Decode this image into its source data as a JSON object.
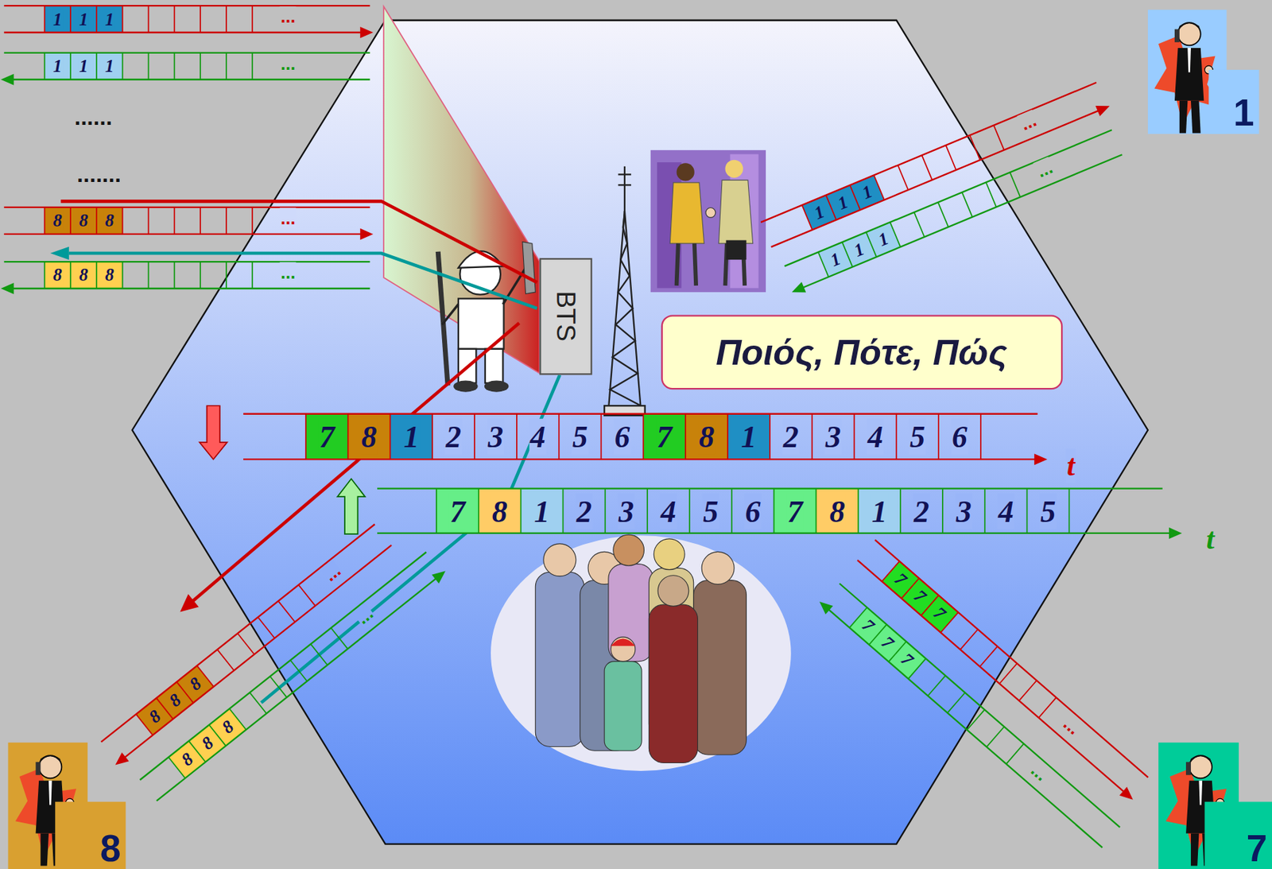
{
  "diagram": {
    "nodes": [
      {
        "text": [
          "1"
        ]
      },
      {
        "text": [
          "BTS"
        ]
      },
      {
        "text": [
          "Ποιός, Πότε, Πώς"
        ]
      },
      {
        "text": [
          "8"
        ]
      },
      {
        "text": [
          "7"
        ]
      }
    ],
    "labels": [
      "1",
      "1",
      "1",
      "...",
      "1",
      "1",
      "1",
      "...",
      "......",
      ".......",
      "8",
      "8",
      "8",
      "...",
      "8",
      "8",
      "8",
      "...",
      "7",
      "8",
      "1",
      "2",
      "3",
      "4",
      "5",
      "6",
      "7",
      "8",
      "1",
      "2",
      "3",
      "4",
      "5",
      "6",
      "t",
      "7",
      "8",
      "1",
      "2",
      "3",
      "4",
      "5",
      "6",
      "7",
      "8",
      "1",
      "2",
      "3",
      "4",
      "5",
      "t",
      "1",
      "1",
      "1",
      "...",
      "1",
      "1",
      "1",
      "...",
      "8",
      "8",
      "8",
      "...",
      "8",
      "8",
      "8",
      "...",
      "7",
      "7",
      "7",
      "...",
      "7",
      "7",
      "7",
      "..."
    ]
  }
}
